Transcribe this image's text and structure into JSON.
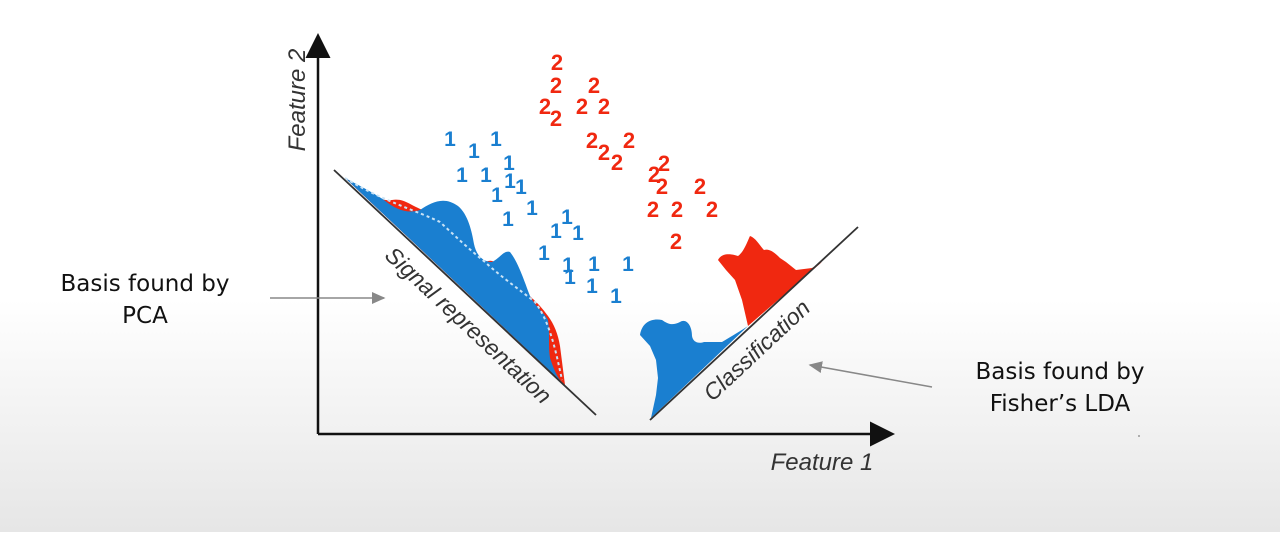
{
  "axes": {
    "x_label": "Feature 1",
    "y_label": "Feature 2"
  },
  "projection_labels": {
    "pca": "Signal representation",
    "lda": "Classification"
  },
  "captions": {
    "pca": {
      "line1": "Basis found by",
      "line2": "PCA"
    },
    "lda": {
      "line1": "Basis found by",
      "line2": "Fisher’s LDA"
    }
  },
  "class_labels": {
    "class1": "1",
    "class2": "2"
  },
  "colors": {
    "class1": "#1a7fd0",
    "class2": "#f02810",
    "axis": "#111111",
    "arrow": "#888888"
  }
}
